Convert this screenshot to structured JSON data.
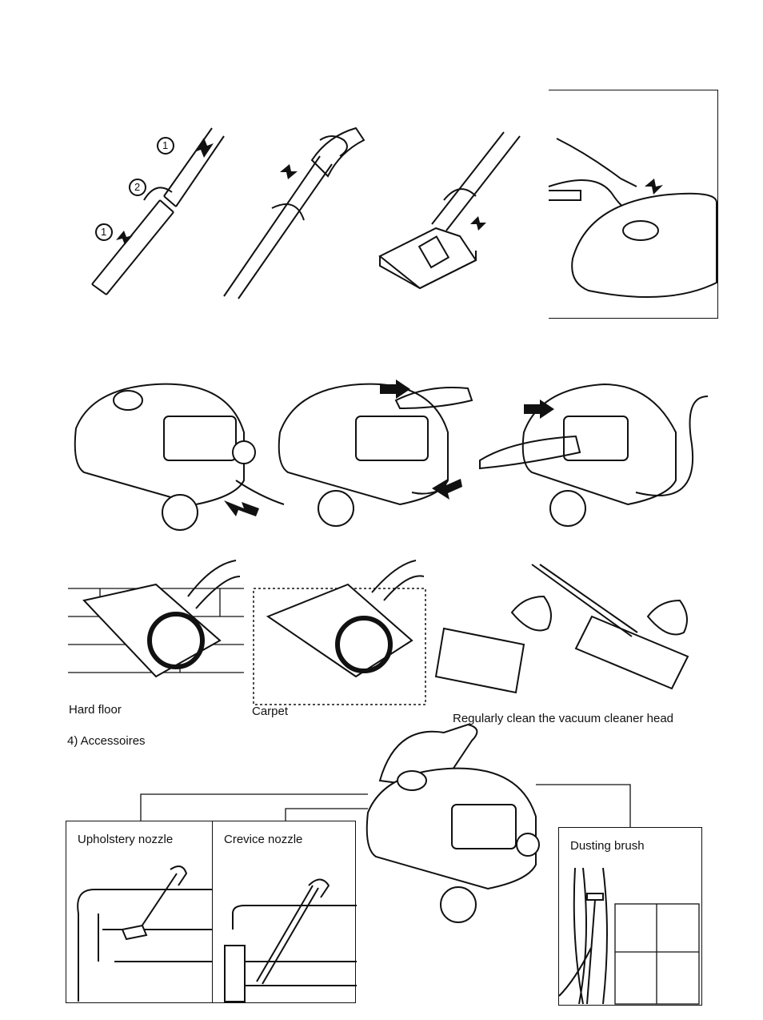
{
  "captions": {
    "hard_floor": "Hard floor",
    "carpet": "Carpet",
    "clean_head": "Regularly clean the vacuum cleaner head"
  },
  "section": {
    "accessories_heading": "4) Accessoires"
  },
  "accessories": {
    "upholstery": "Upholstery nozzle",
    "crevice": "Crevice nozzle",
    "dusting": "Dusting brush"
  },
  "step_markers": {
    "one": "1",
    "two": "2"
  }
}
